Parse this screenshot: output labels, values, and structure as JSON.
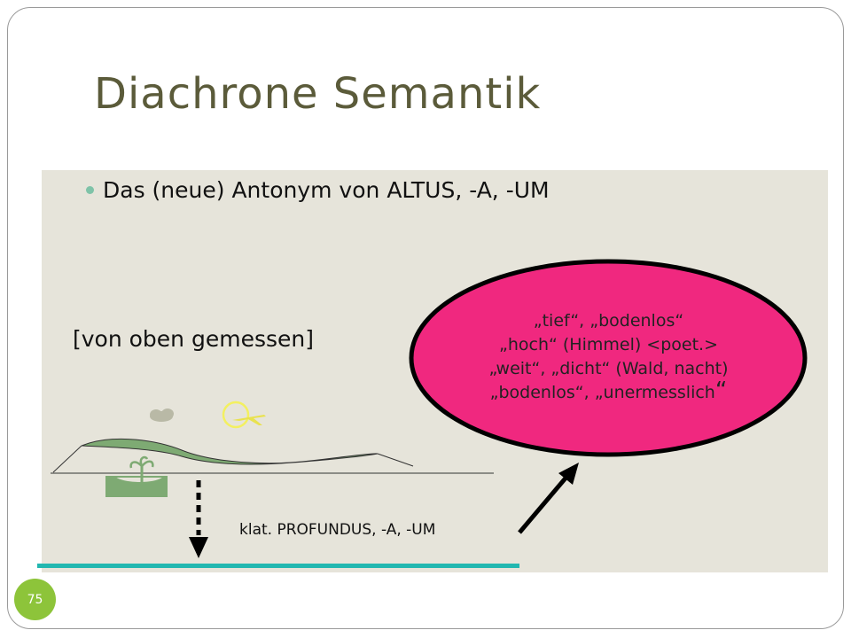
{
  "slide": {
    "title": "Diachrone Semantik",
    "bullet": "Das (neue) Antonym von ALTUS, -A, -UM",
    "measure_label": "[von oben gemessen]",
    "ellipse_lines": [
      "„tief“, „bodenlos“",
      "„hoch“ (Himmel) <poet.>",
      "„weit“, „dicht“ (Wald, nacht)",
      "„bodenlos“, „unermesslich"
    ],
    "ellipse_last_quote": "“",
    "source_word": "klat. PROFUNDUS, -A, -UM",
    "slide_number": "75"
  },
  "colors": {
    "title": "#5b5b3a",
    "panel": "#e6e4da",
    "ellipse_fill": "#f0287f",
    "bottom_bar": "#22b7b0",
    "badge": "#8dc43a",
    "hill": "#7eaa73"
  },
  "icons": [
    "cloud-icon",
    "sun-icon",
    "palm-island-icon",
    "down-arrow-icon",
    "pointer-arrow-icon"
  ]
}
